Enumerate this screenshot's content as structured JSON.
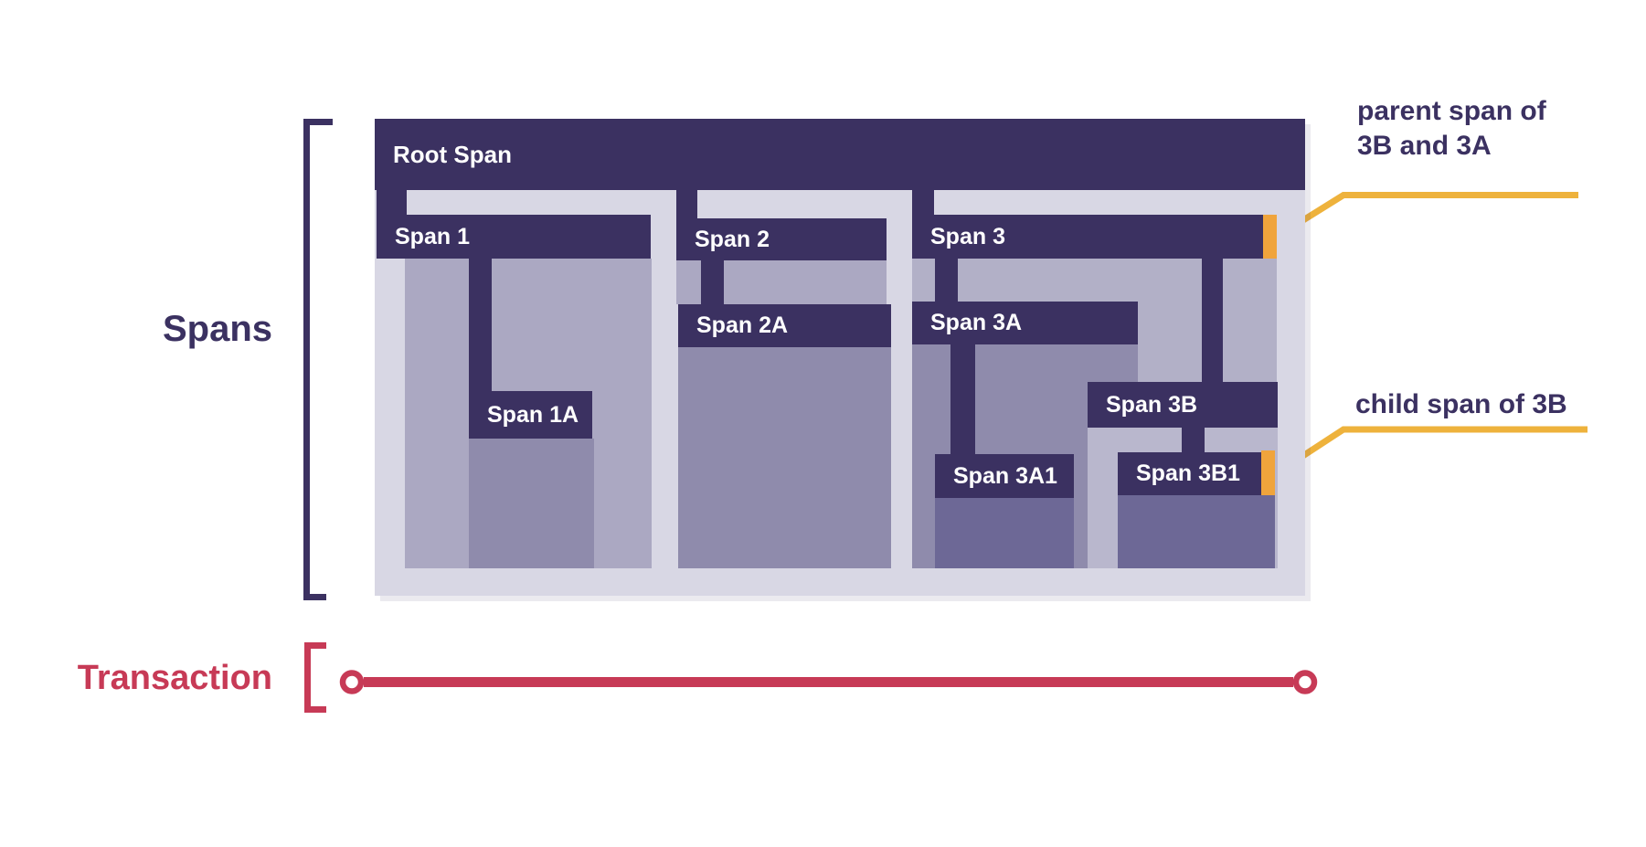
{
  "labels": {
    "spans": "Spans",
    "transaction": "Transaction"
  },
  "spans": {
    "root": "Root Span",
    "s1": "Span 1",
    "s1a": "Span 1A",
    "s2": "Span 2",
    "s2a": "Span 2A",
    "s3": "Span 3",
    "s3a": "Span 3A",
    "s3a1": "Span 3A1",
    "s3b": "Span 3B",
    "s3b1": "Span 3B1"
  },
  "annotations": {
    "parent_line1": "parent span of",
    "parent_line2": "3B and 3A",
    "child": "child span of 3B"
  },
  "colors": {
    "dark": "#3b3161",
    "container": "#d8d7e4",
    "body1": "#aba8c2",
    "body2": "#8f8bac",
    "body3": "#6d6896",
    "body3b": "#b9b7cd",
    "span3body": "#b2b0c7",
    "orange": "#f0a43c",
    "yellow": "#eeb23c",
    "red": "#c73a56"
  }
}
